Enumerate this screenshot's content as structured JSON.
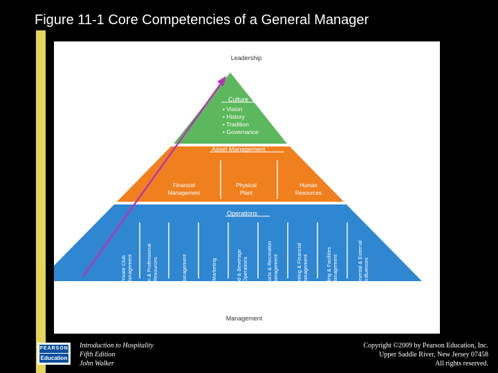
{
  "header": {
    "title": "Figure 11-1 Core Competencies of a General Manager"
  },
  "pyramid": {
    "apex_label": "Leadership",
    "base_label": "Management",
    "culture": {
      "title": "Culture",
      "items": [
        "• Vision",
        "• History",
        "• Tradition",
        "• Governance"
      ]
    },
    "asset_management": {
      "title": "Asset Management",
      "columns": [
        [
          "Financial",
          "Management"
        ],
        [
          "Physical",
          "Plant"
        ],
        [
          "Human",
          "Resources"
        ]
      ]
    },
    "operations": {
      "title": "Operations",
      "columns": [
        [
          "Private Club",
          "Management"
        ],
        [
          "Human & Professional",
          "Resources"
        ],
        [
          "Management"
        ],
        [
          "Marketing"
        ],
        [
          "Food & Beverage",
          "Operations"
        ],
        [
          "Golf/Sports & Recreation",
          "Management"
        ],
        [
          "Accounting & Financial",
          "Management"
        ],
        [
          "Building & Facilities",
          "Management"
        ],
        [
          "Governmental & External",
          "Influences"
        ]
      ]
    },
    "colors": {
      "culture": "#5cb85c",
      "asset": "#f07f1e",
      "operations": "#2f86d1",
      "arrow": "#b833b8"
    }
  },
  "footer": {
    "left": [
      "Introduction to Hospitality",
      "Fifth Edition",
      "John Walker"
    ],
    "right": [
      "Copyright ©2009 by Pearson Education, Inc.",
      "Upper Saddle River, New Jersey 07458",
      "All rights reserved."
    ],
    "logo_top": "PEARSON",
    "logo_bottom": "Education"
  }
}
